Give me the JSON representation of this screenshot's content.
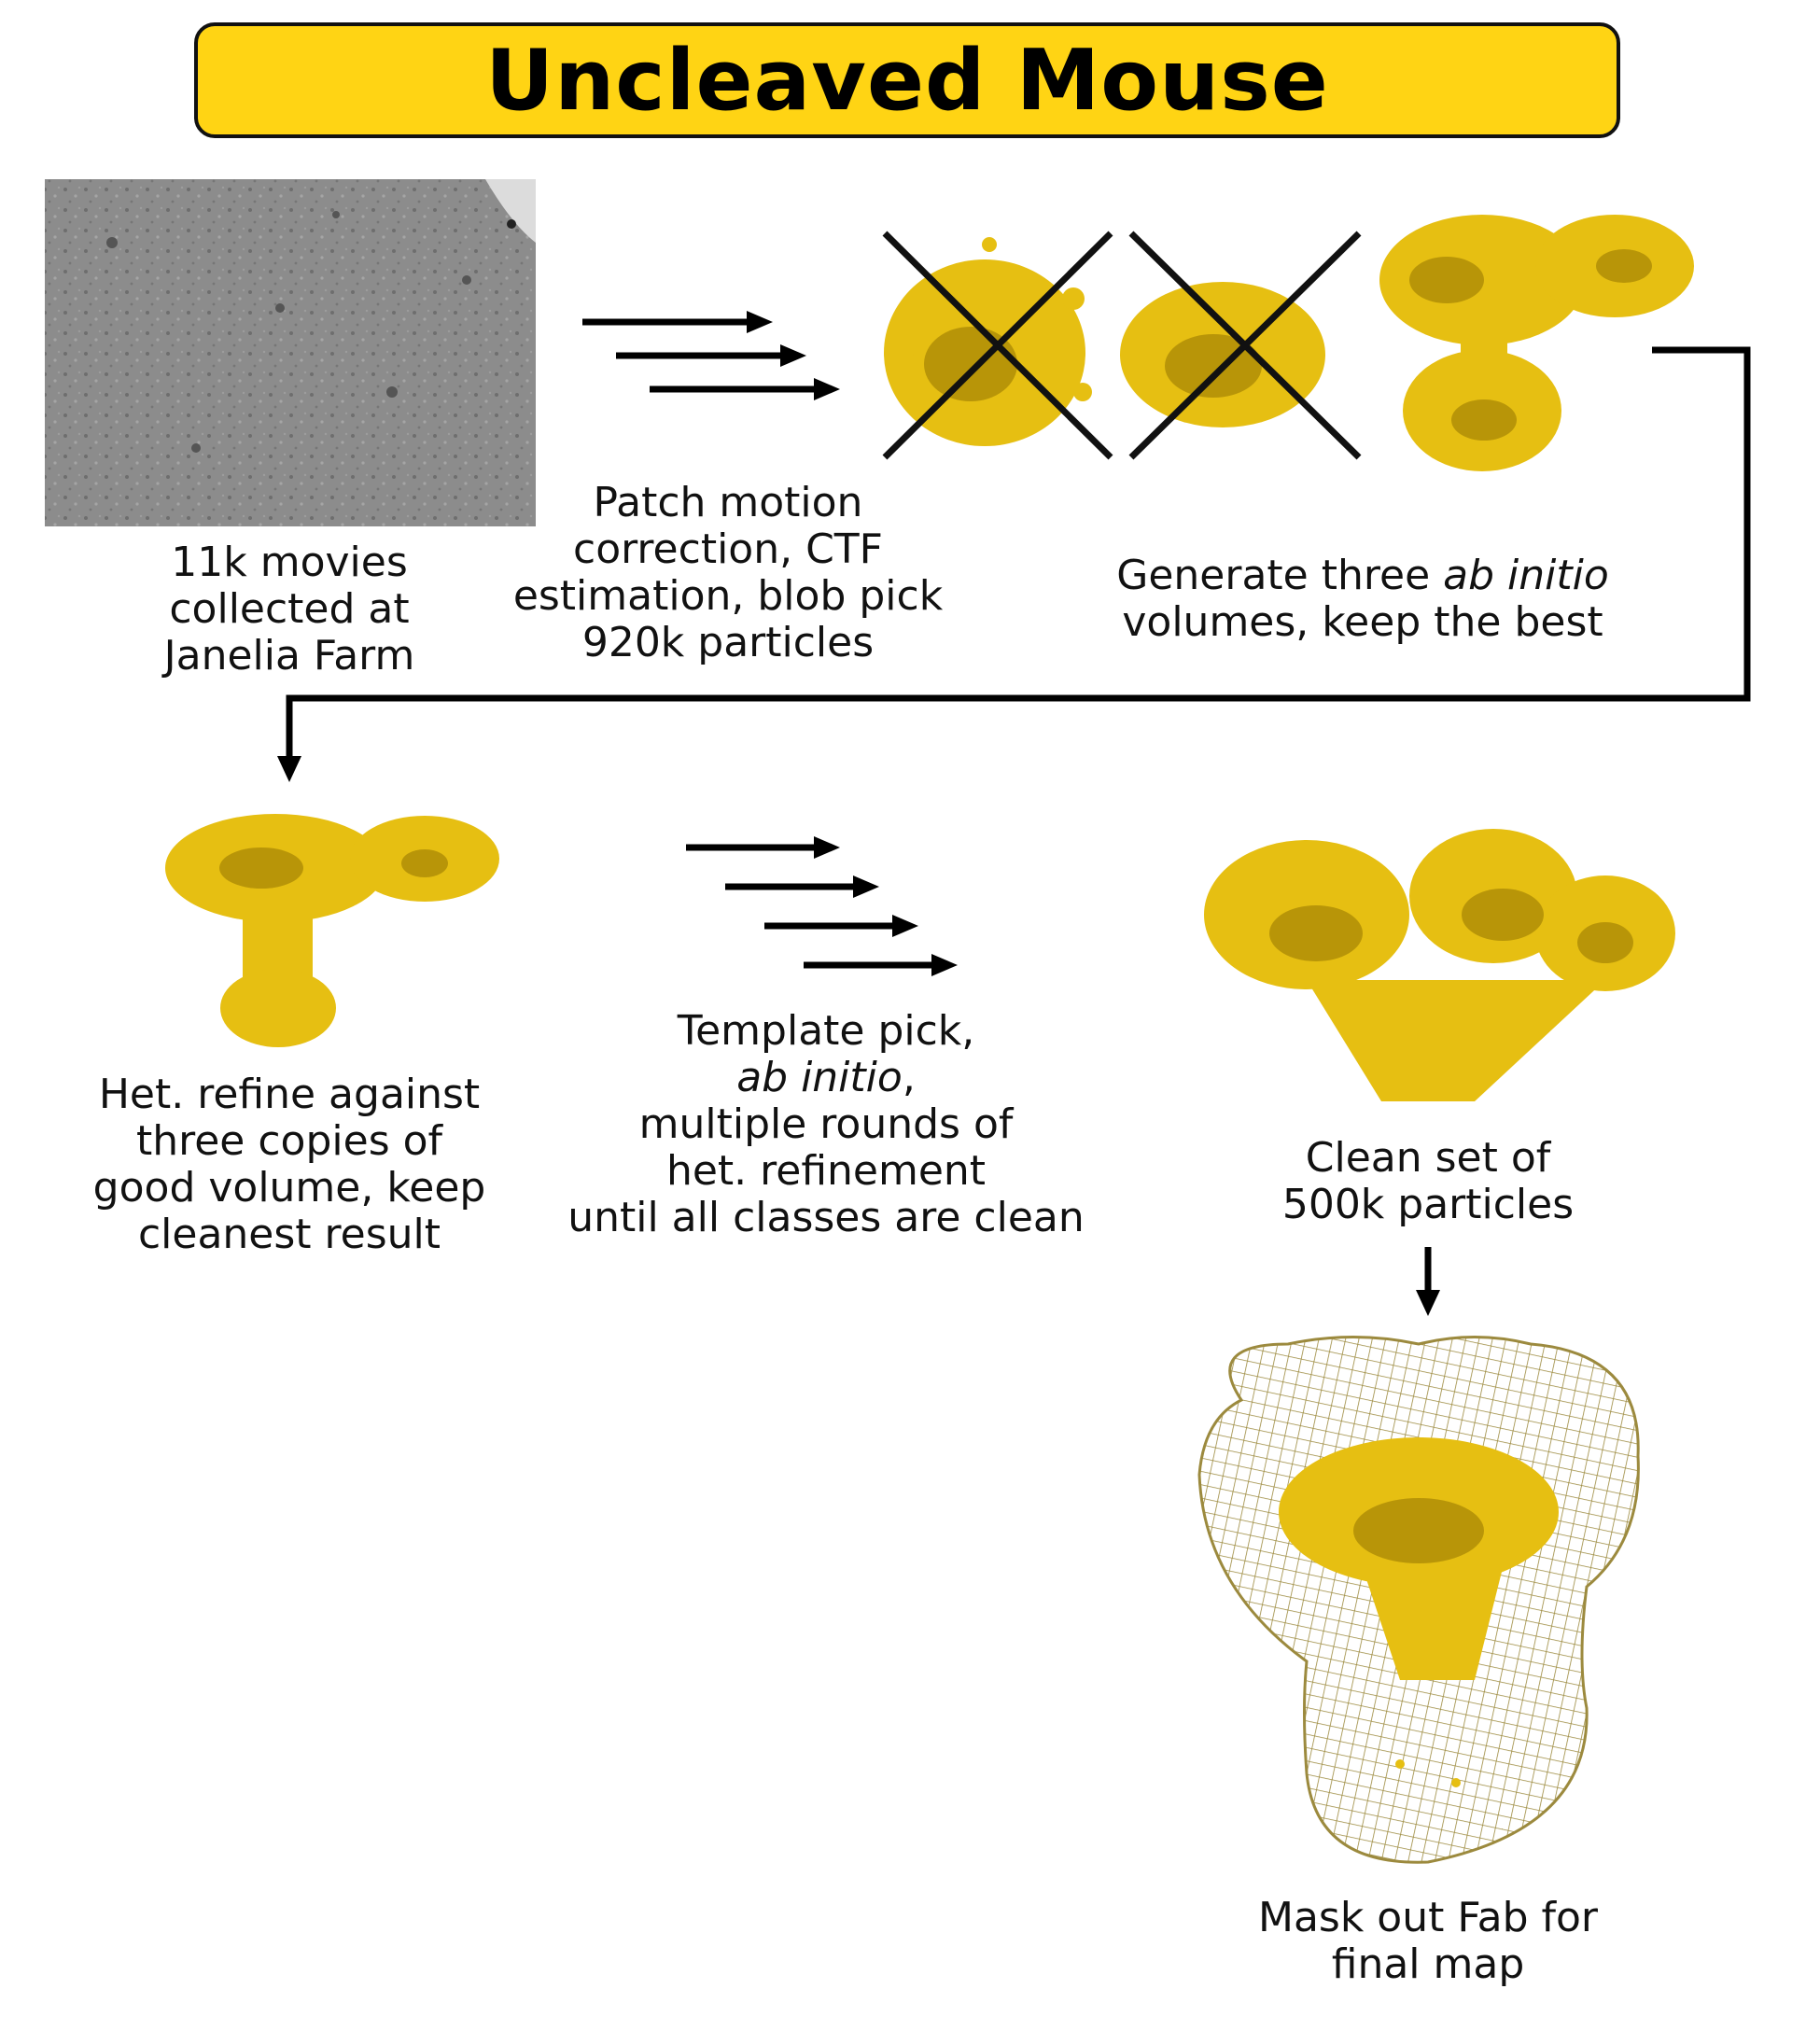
{
  "title": "Uncleaved Mouse",
  "colors": {
    "banner": "#FFD414",
    "density": "#E6BF12",
    "density_shadow": "#6E5A08",
    "mesh": "#9C8A3E",
    "micrograph": "#8A8A8A"
  },
  "steps": {
    "collect": {
      "lines": [
        "11k movies",
        "collected at",
        "Janelia Farm"
      ]
    },
    "preprocess": {
      "lines": [
        "Patch motion",
        "correction, CTF",
        "estimation, blob pick",
        "920k particles"
      ]
    },
    "abinitio": {
      "line1_pre": "Generate three ",
      "line1_em": "ab initio",
      "line2": "volumes, keep the best"
    },
    "hetrefine": {
      "lines": [
        "Het. refine against",
        "three copies of",
        "good volume, keep",
        "cleanest result"
      ]
    },
    "template": {
      "line1": "Template pick,",
      "line2_em": "ab initio",
      "line2_post": ",",
      "line3": "multiple rounds of",
      "line4": "het. refinement",
      "line5": "until all classes are clean"
    },
    "clean": {
      "lines": [
        "Clean set of",
        "500k particles"
      ]
    },
    "mask": {
      "lines": [
        "Mask out Fab for",
        "final map"
      ]
    }
  }
}
